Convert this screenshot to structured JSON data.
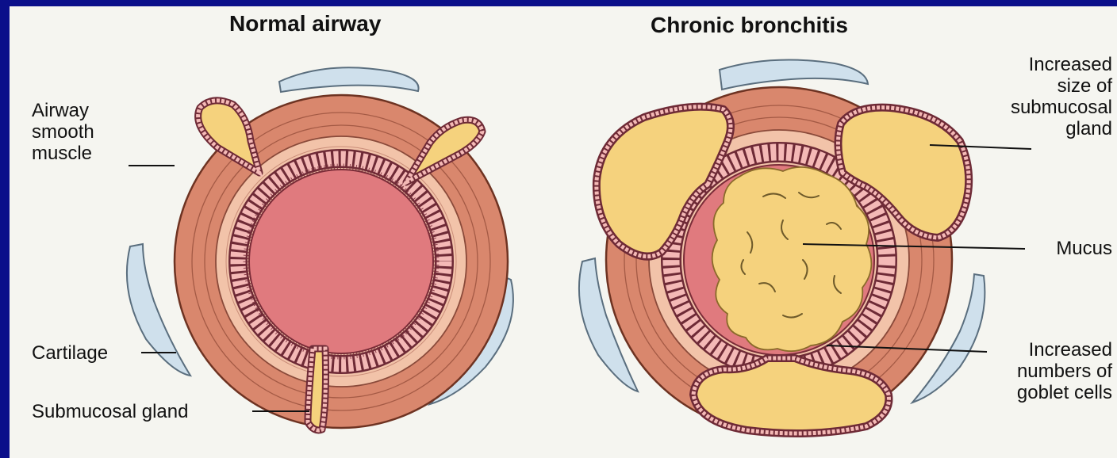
{
  "normal": {
    "title": "Normal airway",
    "labels": {
      "smooth_muscle": [
        "Airway",
        "smooth",
        "muscle"
      ],
      "cartilage": "Cartilage",
      "submucosal_gland": "Submucosal gland"
    }
  },
  "bronchitis": {
    "title": "Chronic bronchitis",
    "labels": {
      "increased_gland": [
        "Increased",
        "size of",
        "submucosal",
        "gland"
      ],
      "mucus": "Mucus",
      "goblet": [
        "Increased",
        "numbers of",
        "goblet cells"
      ]
    }
  },
  "colors": {
    "background_border": "#0b0f8a",
    "panel": "#f5f5f0",
    "muscle": "#d9876d",
    "submucosa": "#f2c3a9",
    "lumen": "#e07a7e",
    "epithelium": "#f4b9b6",
    "gland": "#f5d27d",
    "cartilage": "#cfe0ec"
  }
}
